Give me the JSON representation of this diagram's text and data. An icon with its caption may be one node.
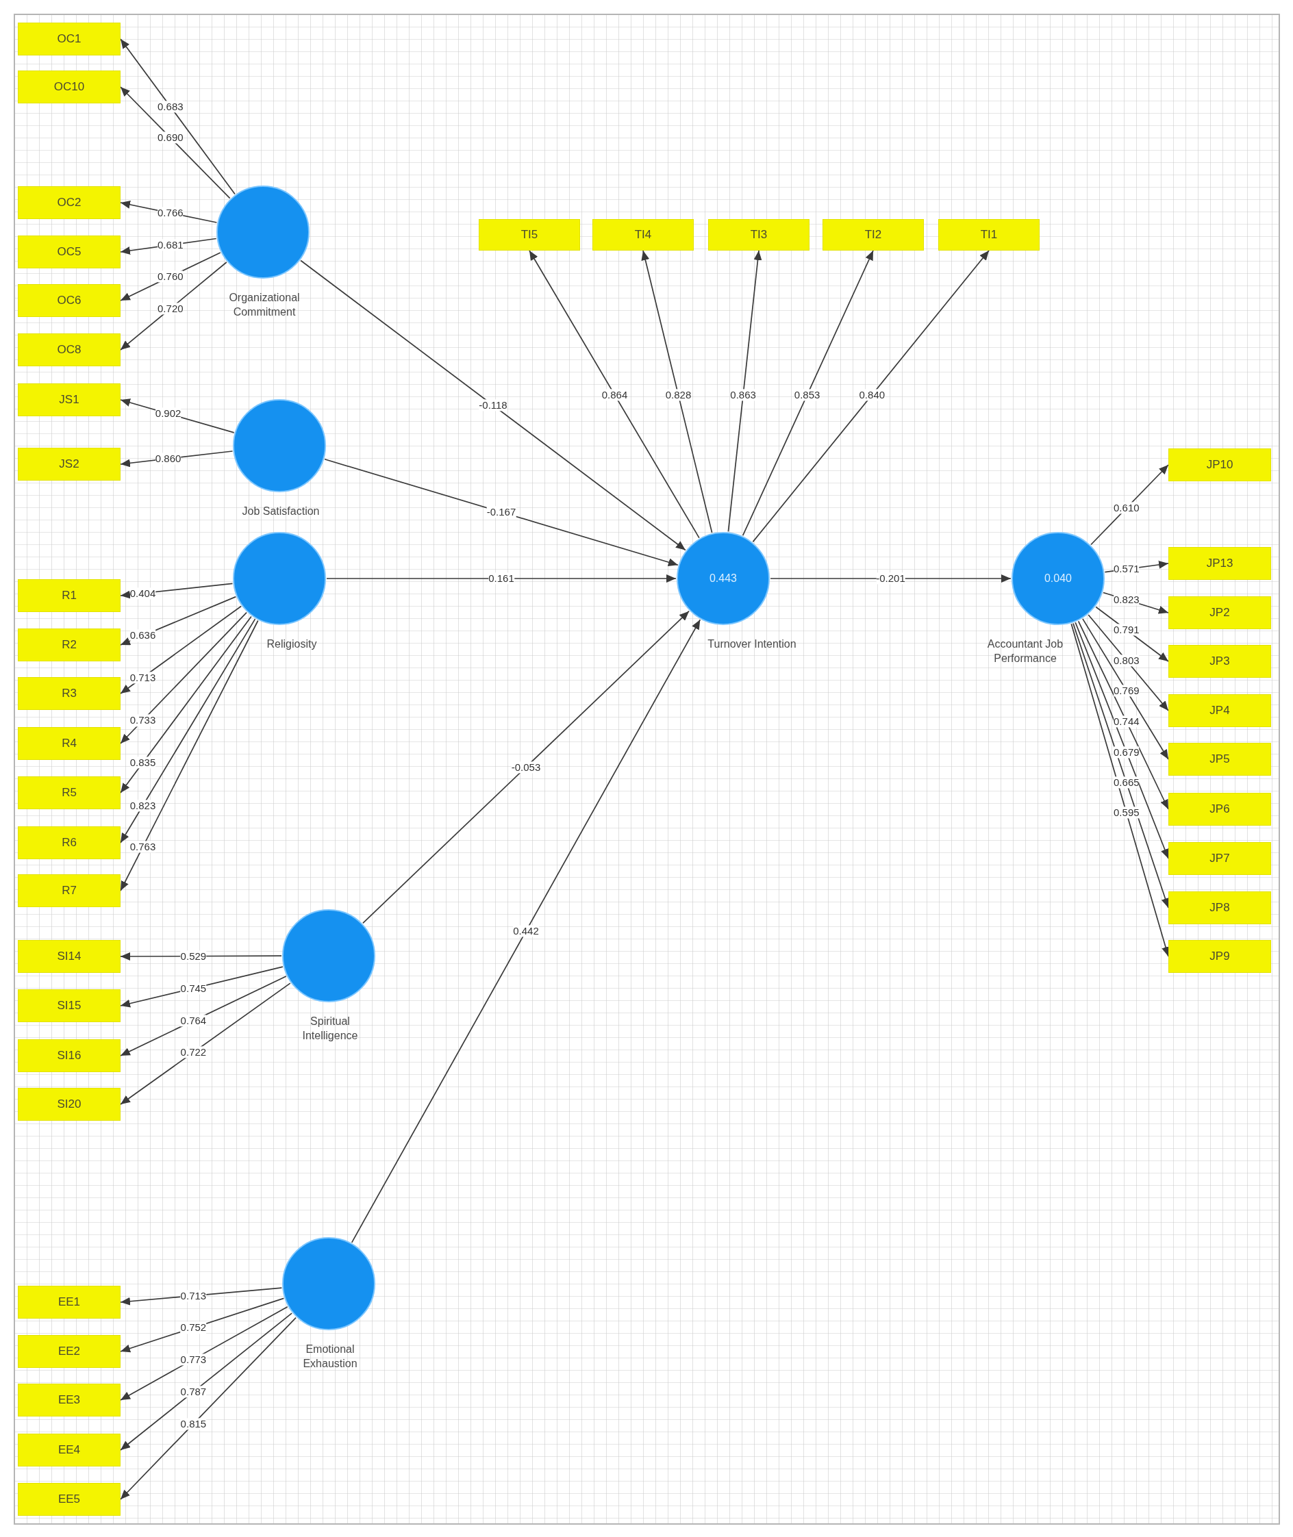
{
  "diagram": {
    "nodes": [
      {
        "text": [
          "OC1"
        ]
      },
      {
        "text": [
          "OC10"
        ]
      },
      {
        "text": [
          "OC2"
        ]
      },
      {
        "text": [
          "OC5"
        ]
      },
      {
        "text": [
          "OC6"
        ]
      },
      {
        "text": [
          "OC8"
        ]
      },
      {
        "text": [
          "JS1"
        ]
      },
      {
        "text": [
          "JS2"
        ]
      },
      {
        "text": [
          "R1"
        ]
      },
      {
        "text": [
          "R2"
        ]
      },
      {
        "text": [
          "R3"
        ]
      },
      {
        "text": [
          "R4"
        ]
      },
      {
        "text": [
          "R5"
        ]
      },
      {
        "text": [
          "R6"
        ]
      },
      {
        "text": [
          "R7"
        ]
      },
      {
        "text": [
          "SI14"
        ]
      },
      {
        "text": [
          "SI15"
        ]
      },
      {
        "text": [
          "SI16"
        ]
      },
      {
        "text": [
          "SI20"
        ]
      },
      {
        "text": [
          "EE1"
        ]
      },
      {
        "text": [
          "EE2"
        ]
      },
      {
        "text": [
          "EE3"
        ]
      },
      {
        "text": [
          "EE4"
        ]
      },
      {
        "text": [
          "EE5"
        ]
      },
      {
        "text": [
          "Organizational Commitment"
        ]
      },
      {
        "text": [
          "Job Satisfaction"
        ]
      },
      {
        "text": [
          "Religiosity"
        ]
      },
      {
        "text": [
          "Spiritual Intelligence"
        ]
      },
      {
        "text": [
          "Emotional Exhaustion"
        ]
      },
      {
        "text": [
          "TI5"
        ]
      },
      {
        "text": [
          "TI4"
        ]
      },
      {
        "text": [
          "TI3"
        ]
      },
      {
        "text": [
          "TI2"
        ]
      },
      {
        "text": [
          "TI1"
        ]
      },
      {
        "text": [
          "0.443",
          "Turnover Intention"
        ]
      },
      {
        "text": [
          "0.040",
          "Accountant Job Performance"
        ]
      },
      {
        "text": [
          "JP10"
        ]
      },
      {
        "text": [
          "JP13"
        ]
      },
      {
        "text": [
          "JP2"
        ]
      },
      {
        "text": [
          "JP3"
        ]
      },
      {
        "text": [
          "JP4"
        ]
      },
      {
        "text": [
          "JP5"
        ]
      },
      {
        "text": [
          "JP6"
        ]
      },
      {
        "text": [
          "JP7"
        ]
      },
      {
        "text": [
          "JP8"
        ]
      },
      {
        "text": [
          "JP9"
        ]
      }
    ],
    "edges": [
      {
        "from": 24,
        "to": 0,
        "arrow": "to",
        "label": "0.683"
      },
      {
        "from": 24,
        "to": 1,
        "arrow": "to",
        "label": "0.690"
      },
      {
        "from": 24,
        "to": 2,
        "arrow": "to",
        "label": "0.766"
      },
      {
        "from": 24,
        "to": 3,
        "arrow": "to",
        "label": "0.681"
      },
      {
        "from": 24,
        "to": 4,
        "arrow": "to",
        "label": "0.760"
      },
      {
        "from": 24,
        "to": 5,
        "arrow": "to",
        "label": "0.720"
      },
      {
        "from": 25,
        "to": 6,
        "arrow": "to",
        "label": "0.902"
      },
      {
        "from": 25,
        "to": 7,
        "arrow": "to",
        "label": "0.860"
      },
      {
        "from": 26,
        "to": 8,
        "arrow": "to",
        "label": "0.404"
      },
      {
        "from": 26,
        "to": 9,
        "arrow": "to",
        "label": "0.636"
      },
      {
        "from": 26,
        "to": 10,
        "arrow": "to",
        "label": "0.713"
      },
      {
        "from": 26,
        "to": 11,
        "arrow": "to",
        "label": "0.733"
      },
      {
        "from": 26,
        "to": 12,
        "arrow": "to",
        "label": "0.835"
      },
      {
        "from": 26,
        "to": 13,
        "arrow": "to",
        "label": "0.823"
      },
      {
        "from": 26,
        "to": 14,
        "arrow": "to",
        "label": "0.763"
      },
      {
        "from": 27,
        "to": 15,
        "arrow": "to",
        "label": "0.529"
      },
      {
        "from": 27,
        "to": 16,
        "arrow": "to",
        "label": "0.745"
      },
      {
        "from": 27,
        "to": 17,
        "arrow": "to",
        "label": "0.764"
      },
      {
        "from": 27,
        "to": 18,
        "arrow": "to",
        "label": "0.722"
      },
      {
        "from": 28,
        "to": 19,
        "arrow": "to",
        "label": "0.713"
      },
      {
        "from": 28,
        "to": 20,
        "arrow": "to",
        "label": "0.752"
      },
      {
        "from": 28,
        "to": 21,
        "arrow": "to",
        "label": "0.773"
      },
      {
        "from": 28,
        "to": 22,
        "arrow": "to",
        "label": "0.787"
      },
      {
        "from": 28,
        "to": 23,
        "arrow": "to",
        "label": "0.815"
      },
      {
        "from": 34,
        "to": 29,
        "arrow": "to",
        "label": "0.864"
      },
      {
        "from": 34,
        "to": 30,
        "arrow": "to",
        "label": "0.828"
      },
      {
        "from": 34,
        "to": 31,
        "arrow": "to",
        "label": "0.863"
      },
      {
        "from": 34,
        "to": 32,
        "arrow": "to",
        "label": "0.853"
      },
      {
        "from": 34,
        "to": 33,
        "arrow": "to",
        "label": "0.840"
      },
      {
        "from": 35,
        "to": 36,
        "arrow": "to",
        "label": "0.610"
      },
      {
        "from": 35,
        "to": 37,
        "arrow": "to",
        "label": "0.571"
      },
      {
        "from": 35,
        "to": 38,
        "arrow": "to",
        "label": "0.823"
      },
      {
        "from": 35,
        "to": 39,
        "arrow": "to",
        "label": "0.791"
      },
      {
        "from": 35,
        "to": 40,
        "arrow": "to",
        "label": "0.803"
      },
      {
        "from": 35,
        "to": 41,
        "arrow": "to",
        "label": "0.769"
      },
      {
        "from": 35,
        "to": 42,
        "arrow": "to",
        "label": "0.744"
      },
      {
        "from": 35,
        "to": 43,
        "arrow": "to",
        "label": "0.679"
      },
      {
        "from": 35,
        "to": 44,
        "arrow": "to",
        "label": "0.665"
      },
      {
        "from": 35,
        "to": 45,
        "arrow": "to",
        "label": "0.595"
      },
      {
        "from": 24,
        "to": 34,
        "arrow": "to",
        "label": "-0.118"
      },
      {
        "from": 25,
        "to": 34,
        "arrow": "to",
        "label": "-0.167"
      },
      {
        "from": 26,
        "to": 34,
        "arrow": "to",
        "label": "0.161"
      },
      {
        "from": 27,
        "to": 34,
        "arrow": "to",
        "label": "-0.053"
      },
      {
        "from": 28,
        "to": 34,
        "arrow": "to",
        "label": "0.442"
      },
      {
        "from": 34,
        "to": 35,
        "arrow": "to",
        "label": "-0.201"
      }
    ]
  }
}
